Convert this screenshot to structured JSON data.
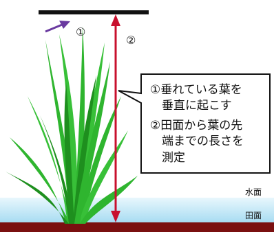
{
  "markers": {
    "one": "①",
    "two": "②"
  },
  "callout": {
    "lines": [
      "①垂れている葉を",
      "　垂直に起こす",
      "②田面から葉の先",
      "　端までの長さを",
      "　測定"
    ]
  },
  "layers": {
    "water": "水面",
    "paddy": "田面"
  },
  "colors": {
    "leaf": "#2fb52f",
    "leaf_dark": "#1e8f1e",
    "arrow_red": "#c8102e",
    "arrow_purple": "#6a3aa0",
    "water": "#bfe6f7",
    "soil": "#7a1010",
    "bar": "#111111"
  }
}
